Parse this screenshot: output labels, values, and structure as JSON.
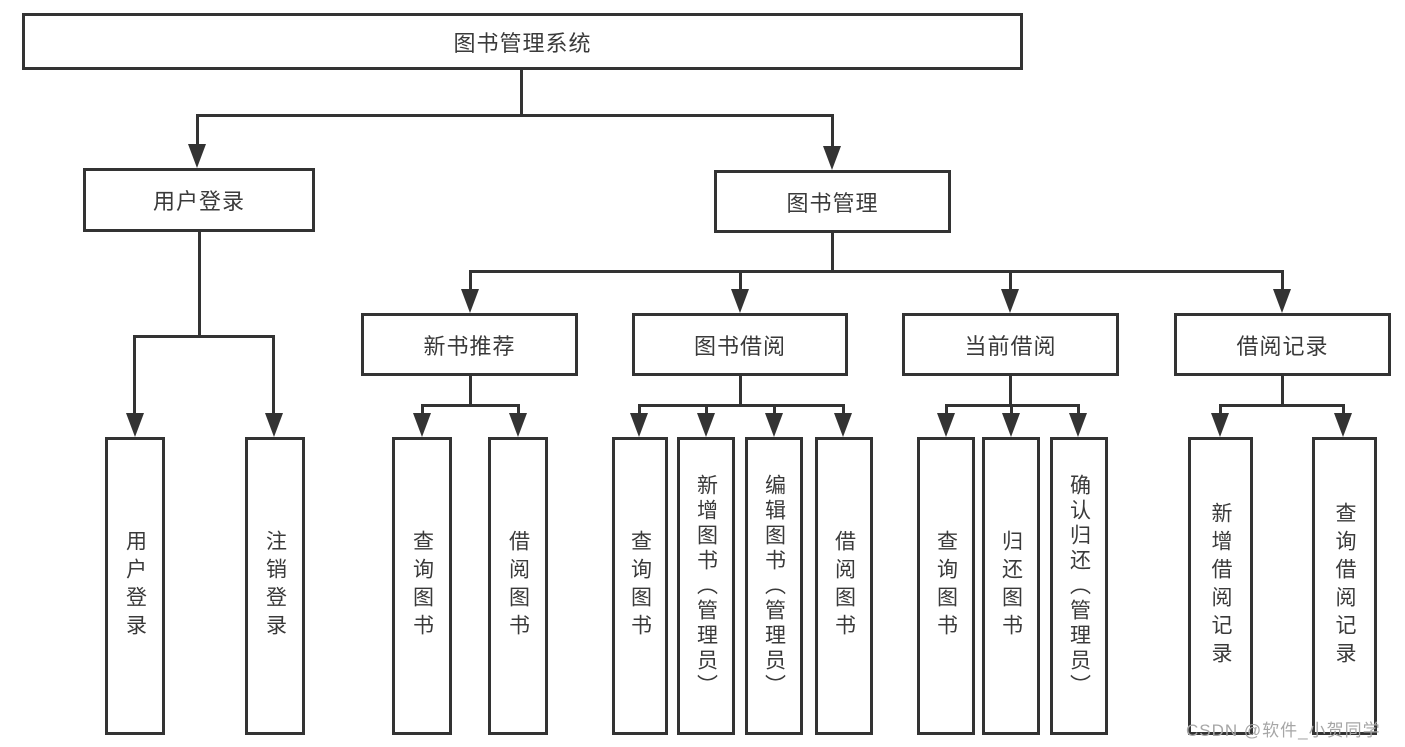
{
  "diagram": {
    "title_node": "图书管理系统",
    "level2": [
      "用户登录",
      "图书管理"
    ],
    "level3": [
      "新书推荐",
      "图书借阅",
      "当前借阅",
      "借阅记录"
    ],
    "leaves": {
      "user_login": [
        "用户登录",
        "注销登录"
      ],
      "new_book_recommend": [
        "查询图书",
        "借阅图书"
      ],
      "book_borrow": [
        "查询图书",
        "新增图书（管理员）",
        "编辑图书（管理员）",
        "借阅图书"
      ],
      "current_borrow": [
        "查询图书",
        "归还图书",
        "确认归还（管理员）"
      ],
      "borrow_record": [
        "新增借阅记录",
        "查询借阅记录"
      ]
    }
  },
  "watermark": {
    "text": "CSDN @软件_小贺同学"
  },
  "colors": {
    "line": "#333333",
    "text": "#3a3a3a",
    "watermark": "#a6a6a6",
    "background": "#ffffff"
  }
}
